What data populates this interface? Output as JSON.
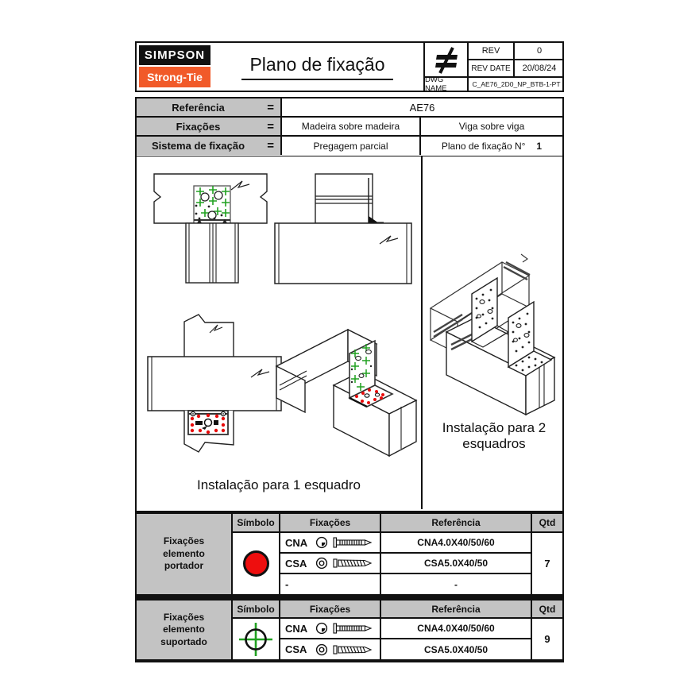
{
  "colors": {
    "accent_orange": "#f15a29",
    "symbol_red": "#ee0e0e",
    "symbol_green": "#21a121",
    "header_gray": "#c3c3c3",
    "line_black": "#111111"
  },
  "header": {
    "brand_top": "SIMPSON",
    "brand_bottom": "Strong-Tie",
    "title": "Plano de fixação",
    "logo_mark_icon": "not-equal-icon",
    "rev_label": "REV",
    "rev_value": "0",
    "rev_date_label": "REV DATE",
    "rev_date_value": "20/08/24",
    "dwg_label": "DWG NAME",
    "dwg_value": "C_AE76_2D0_NP_BTB-1-PT"
  },
  "info": {
    "rows": [
      {
        "label": "Referência",
        "eq": "=",
        "full": "AE76"
      },
      {
        "label": "Fixações",
        "eq": "=",
        "left": "Madeira sobre madeira",
        "right": "Viga sobre viga"
      },
      {
        "label": "Sistema de fixação",
        "eq": "=",
        "left": "Pregagem parcial",
        "right": "Plano de fixação N°",
        "number": "1"
      }
    ]
  },
  "drawings": {
    "caption_left": "Instalação para 1 esquadro",
    "caption_right": "Instalação para 2 esquadros",
    "marker_green_icon": "green-cross-marker",
    "marker_red_icon": "red-dot-marker"
  },
  "tables": [
    {
      "group_label": "Fixações elemento portador",
      "headers": {
        "symbol": "Símbolo",
        "fixings": "Fixações",
        "reference": "Referência",
        "qty": "Qtd"
      },
      "symbol_icon": "red-circle-symbol",
      "rows": [
        {
          "code": "CNA",
          "head_icon": "nail-head-icon",
          "shank_icon": "nail-icon",
          "reference": "CNA4.0X40/50/60"
        },
        {
          "code": "CSA",
          "head_icon": "screw-head-icon",
          "shank_icon": "screw-icon",
          "reference": "CSA5.0X40/50"
        },
        {
          "code": "-",
          "reference": "-"
        }
      ],
      "qty": "7"
    },
    {
      "group_label": "Fixações elemento suportado",
      "headers": {
        "symbol": "Símbolo",
        "fixings": "Fixações",
        "reference": "Referência",
        "qty": "Qtd"
      },
      "symbol_icon": "green-crosshair-symbol",
      "rows": [
        {
          "code": "CNA",
          "head_icon": "nail-head-icon",
          "shank_icon": "nail-icon",
          "reference": "CNA4.0X40/50/60"
        },
        {
          "code": "CSA",
          "head_icon": "screw-head-icon",
          "shank_icon": "screw-icon",
          "reference": "CSA5.0X40/50"
        }
      ],
      "qty": "9"
    }
  ]
}
